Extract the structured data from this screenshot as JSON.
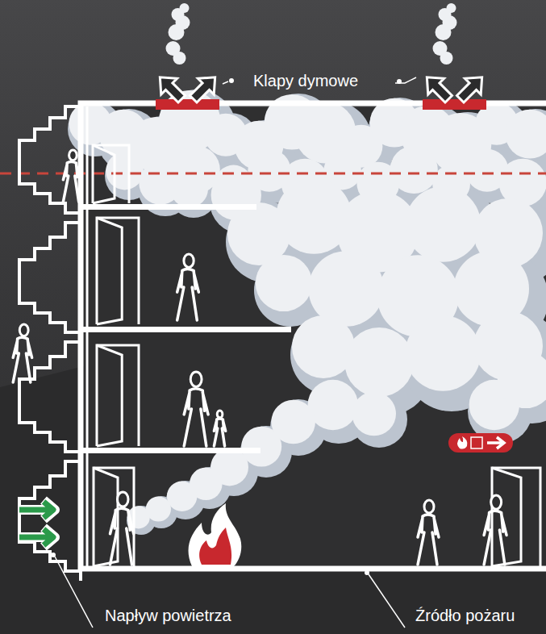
{
  "diagram": {
    "labels": [
      "Klapy dymowe",
      "Napływ powietrza",
      "Źródło pożaru"
    ]
  }
}
